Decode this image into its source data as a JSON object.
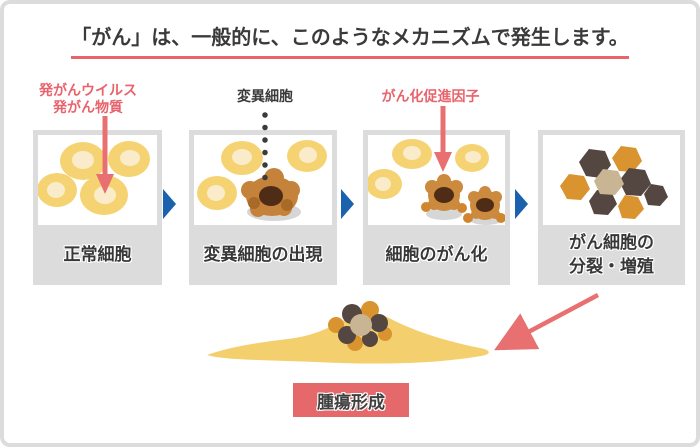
{
  "title": "「がん」は、一般的に、このようなメカニズムで発生します。",
  "stages": [
    {
      "annotation_line1": "発がんウイルス",
      "annotation_line2": "発がん物質",
      "caption": "正常細胞"
    },
    {
      "annotation": "変異細胞",
      "caption": "変異細胞の出現"
    },
    {
      "annotation": "がん化促進因子",
      "caption": "細胞のがん化"
    },
    {
      "caption_line1": "がん細胞の",
      "caption_line2": "分裂・増殖"
    }
  ],
  "tumor": {
    "label": "腫瘍形成"
  },
  "colors": {
    "accent_red": "#e8636b",
    "red_arrow": "#e97070",
    "arrow_blue": "#1b61ae",
    "panel_gray": "#dcdcdc",
    "cell_yellow": "#f6d372",
    "cell_nucleus_light": "#faeccb",
    "mutant_brown": "#c5823a",
    "nucleus_dark": "#4f2c16",
    "cancer_orange": "#d9932f",
    "cancer_dark_brown": "#544741",
    "cancer_tan": "#c9b493",
    "tumor_yellow": "#f3cf6d",
    "tumor_label_bg": "#e5696b",
    "text_dark": "#3a3a3a"
  }
}
